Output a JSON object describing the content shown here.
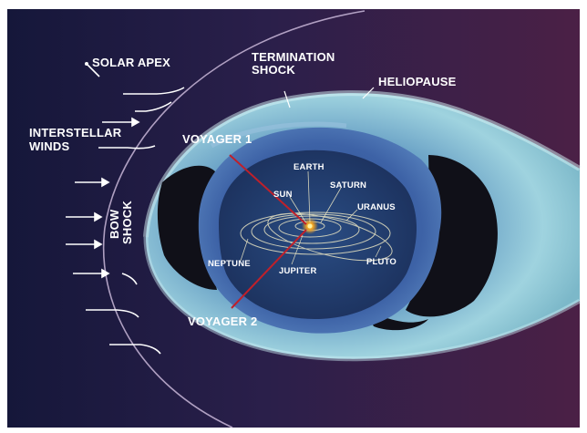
{
  "diagram": {
    "labels": {
      "solar_apex": "SOLAR APEX",
      "termination_shock_line1": "TERMINATION",
      "termination_shock_line2": "SHOCK",
      "heliopause": "HELIOPAUSE",
      "interstellar_winds_line1": "INTERSTELLAR",
      "interstellar_winds_line2": "WINDS",
      "bow_shock_line1": "BOW",
      "bow_shock_line2": "SHOCK",
      "voyager_1": "VOYAGER 1",
      "voyager_2": "VOYAGER 2",
      "earth": "EARTH",
      "saturn": "SATURN",
      "sun": "SUN",
      "uranus": "URANUS",
      "neptune": "NEPTUNE",
      "jupiter": "JUPITER",
      "pluto": "PLUTO"
    },
    "colors": {
      "space": "#1a1838",
      "space_right": "#4a2147",
      "bow_region": "#2a2450",
      "heliosheath": "#8ec8d8",
      "heliosheath_glow": "#c5ecf2",
      "termination_region": "#3d5fa0",
      "inner_region": "#24406f",
      "void": "#111018",
      "trajectory": "#c0202a",
      "label": "#ffffff"
    }
  }
}
